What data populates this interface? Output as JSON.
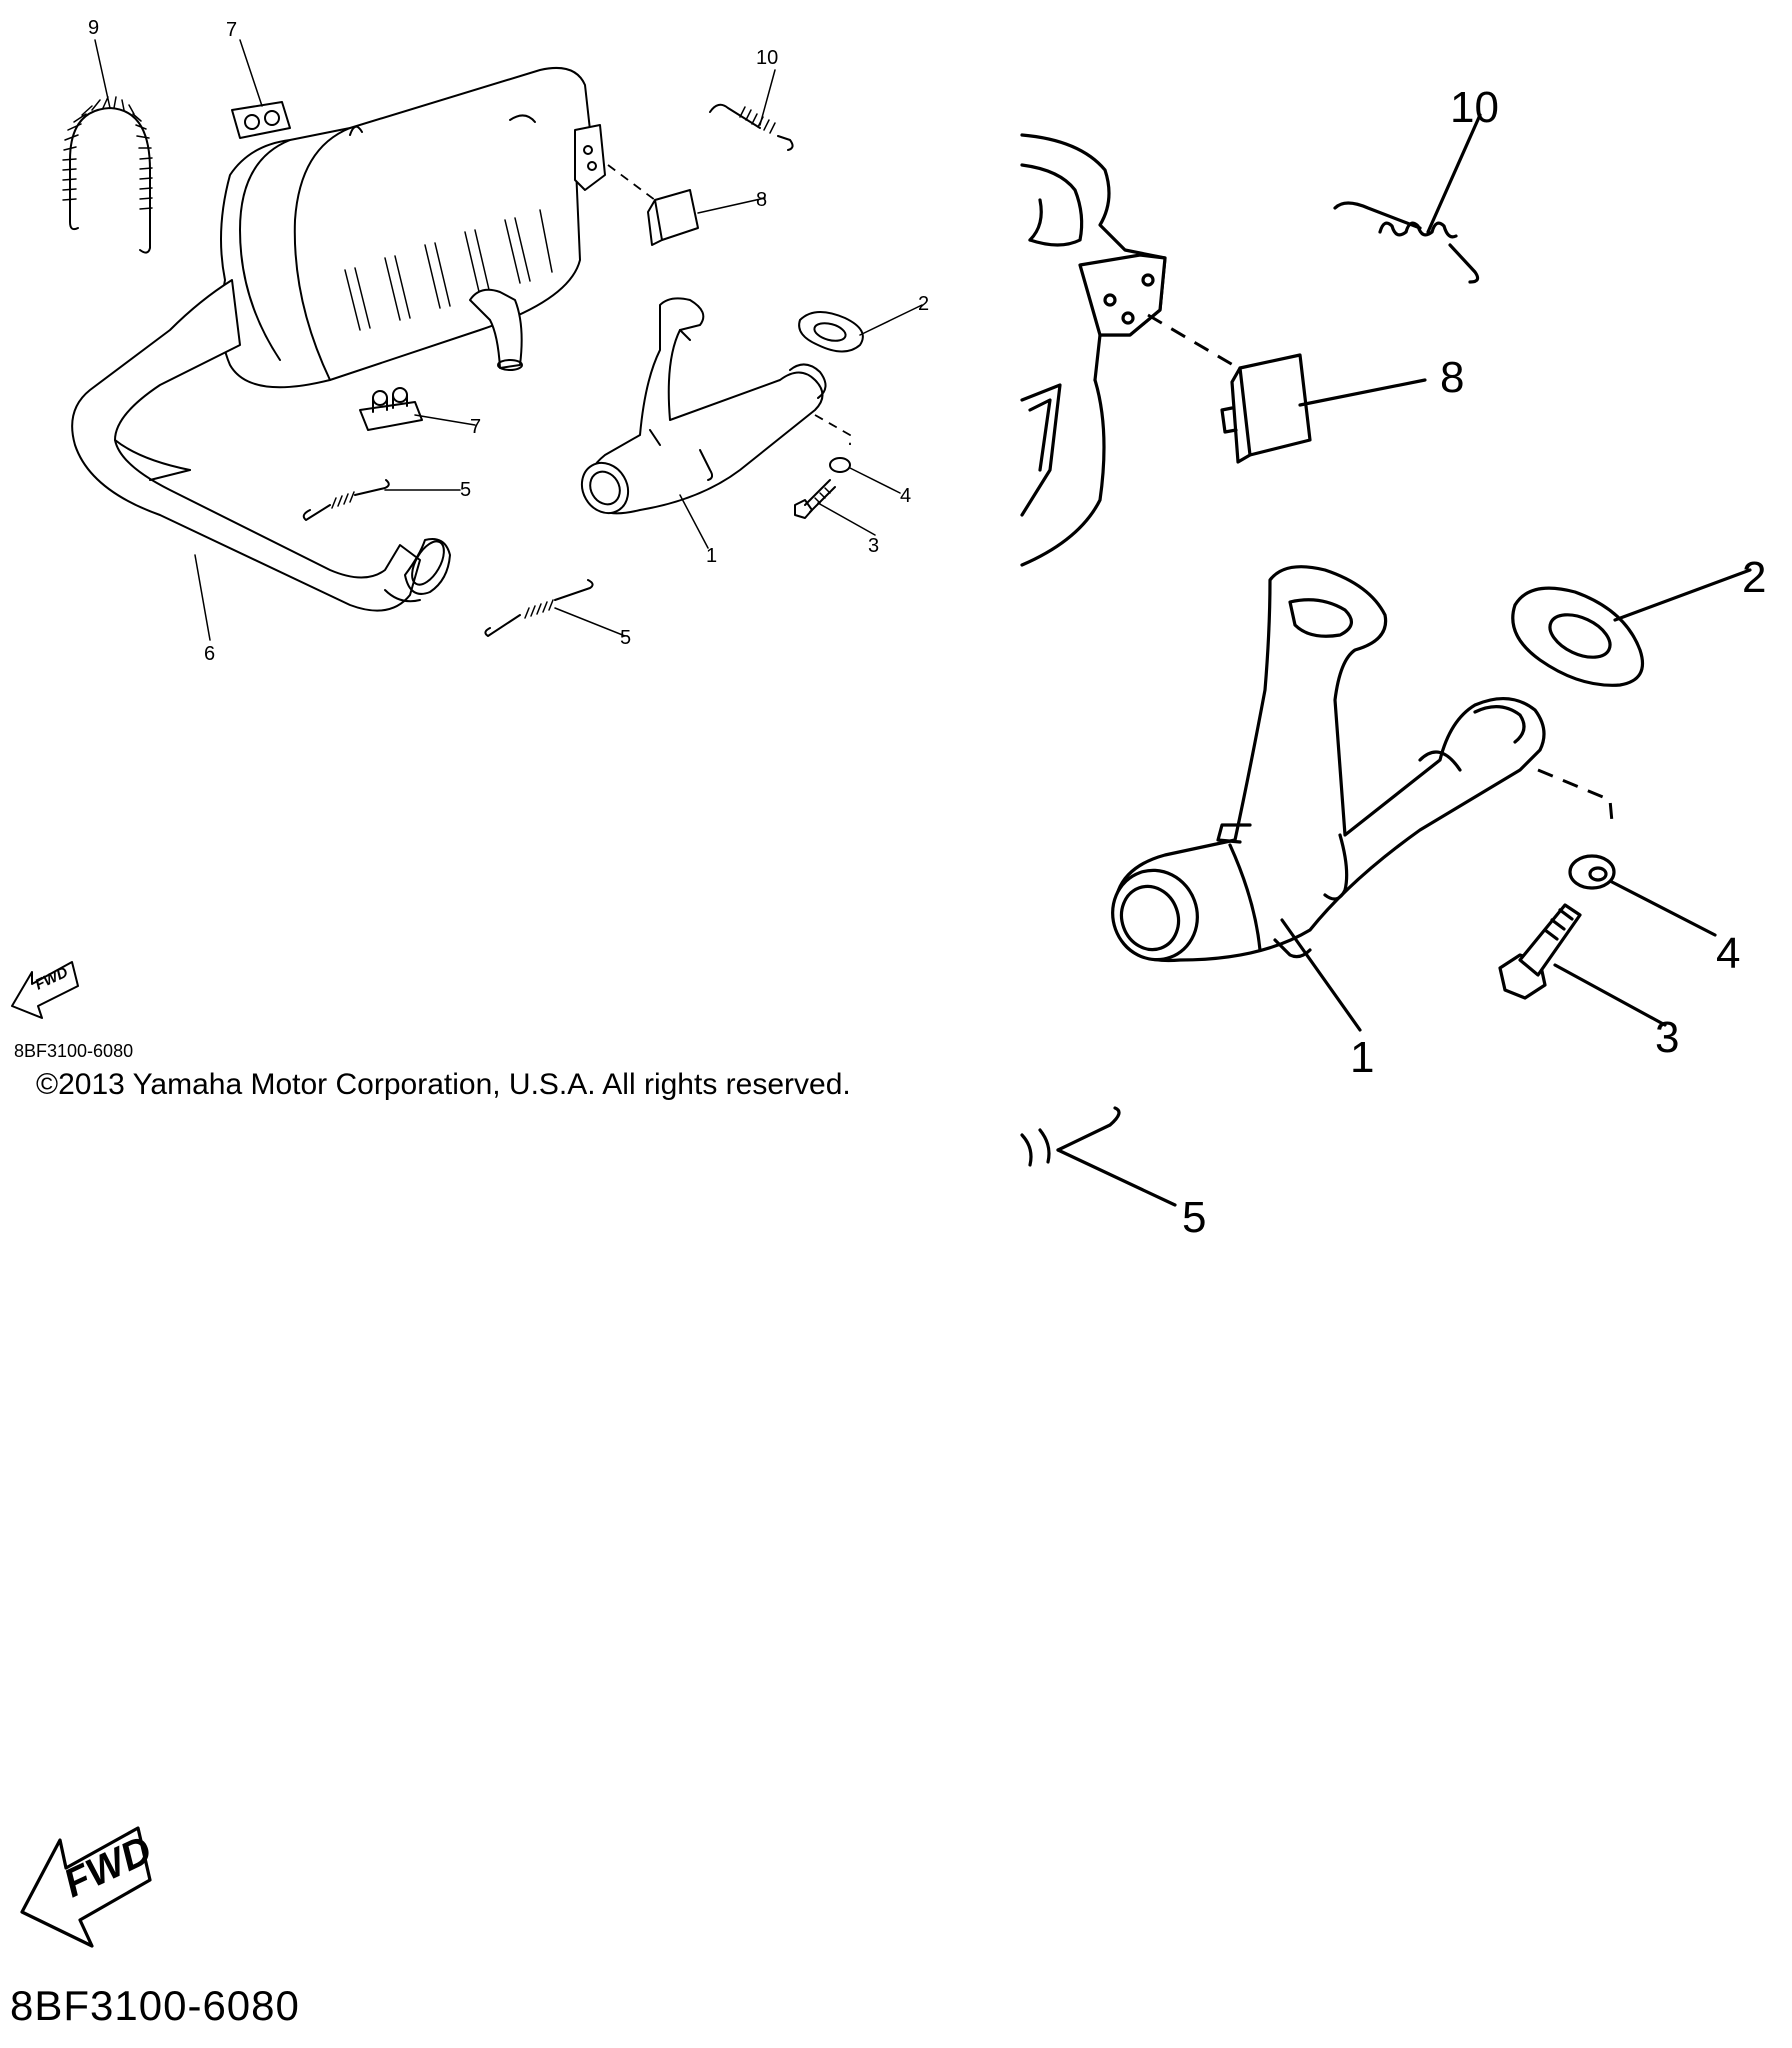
{
  "diagram": {
    "callouts_overview": [
      "9",
      "7",
      "10",
      "8",
      "2",
      "7",
      "5",
      "4",
      "3",
      "1",
      "6",
      "5"
    ],
    "callouts_detail": [
      "10",
      "8",
      "2",
      "4",
      "3",
      "1",
      "5"
    ],
    "fwd_label": "FWD"
  },
  "footer": {
    "part_code_small": "8BF3100-6080",
    "copyright": "©2013 Yamaha Motor Corporation, U.S.A. All rights reserved.",
    "part_code_large": "8BF3100-6080"
  }
}
